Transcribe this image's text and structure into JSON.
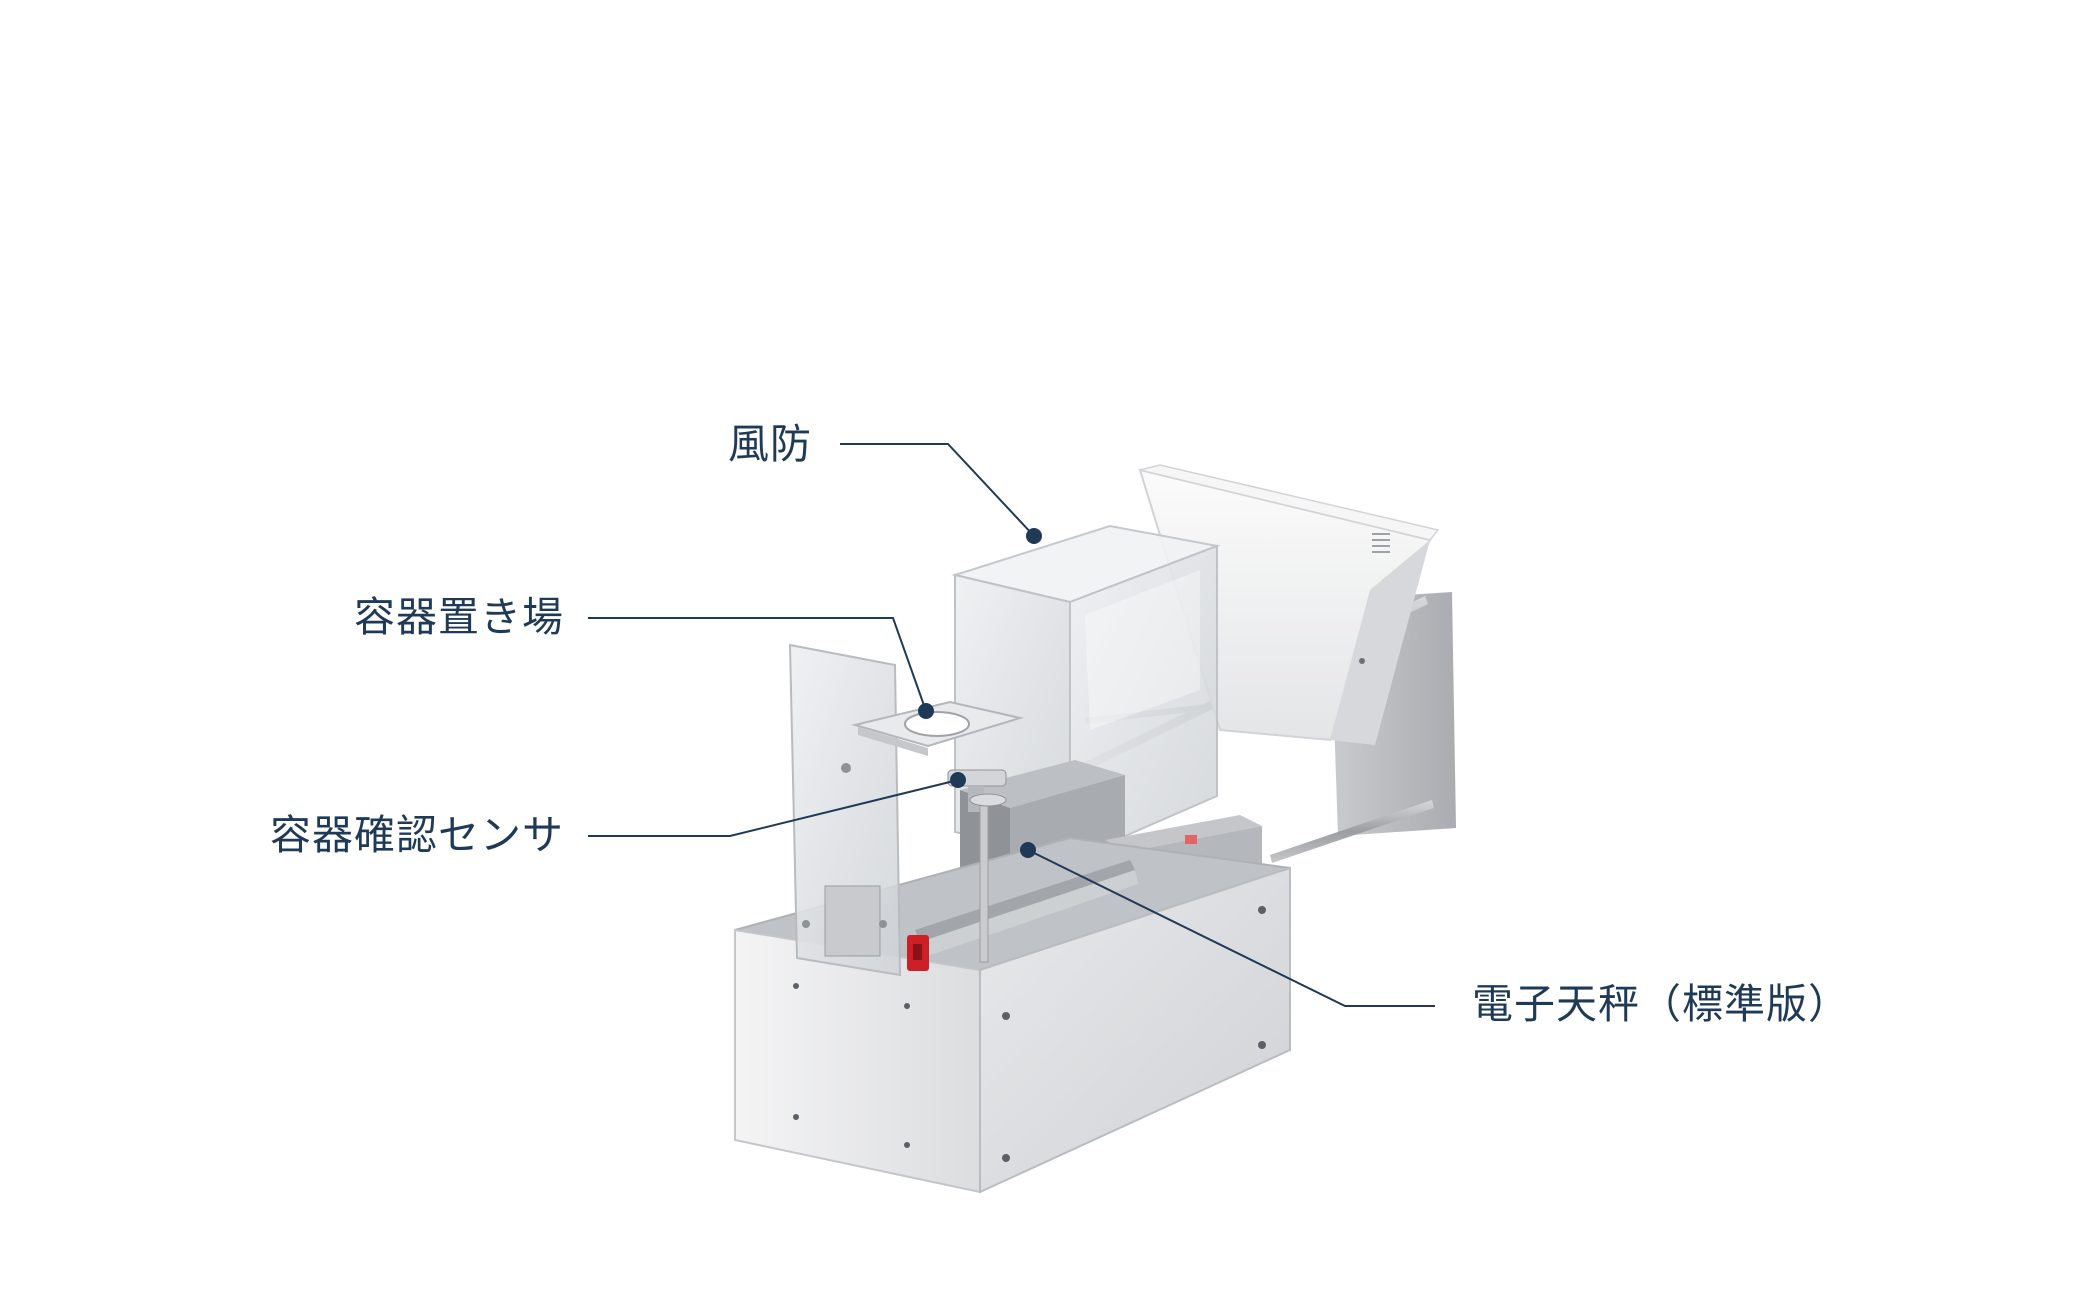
{
  "callouts": {
    "windshield": "風防",
    "container_stage": "容器置き場",
    "container_sensor": "容器確認センサ",
    "balance": "電子天秤（標準版）"
  },
  "colors": {
    "label_text": "#1f3a57",
    "leader_line": "#1f3a57",
    "background": "#ffffff"
  }
}
